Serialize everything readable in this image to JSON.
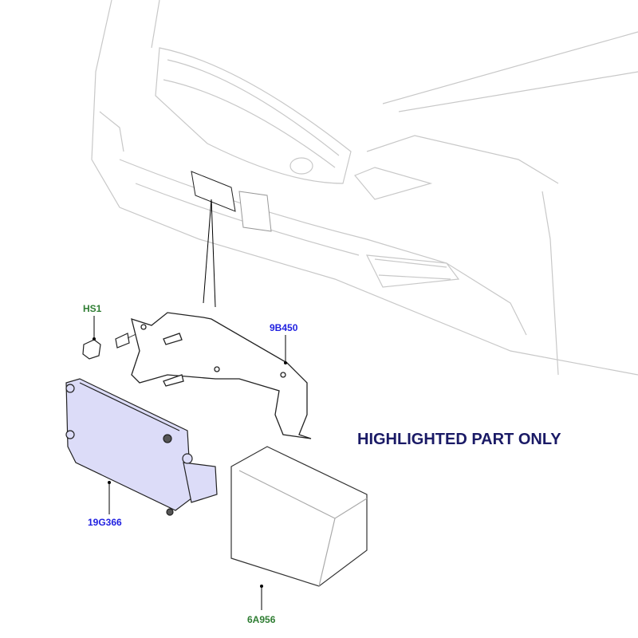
{
  "note": "HIGHLIGHTED PART ONLY",
  "parts": [
    {
      "code": "HS1",
      "color": "#2e7d32"
    },
    {
      "code": "9B450",
      "color": "#1f1fe0"
    },
    {
      "code": "19G366",
      "color": "#1f1fe0",
      "highlighted": true
    },
    {
      "code": "6A956",
      "color": "#2e7d32"
    }
  ],
  "highlight_color": "#dcdcf8"
}
